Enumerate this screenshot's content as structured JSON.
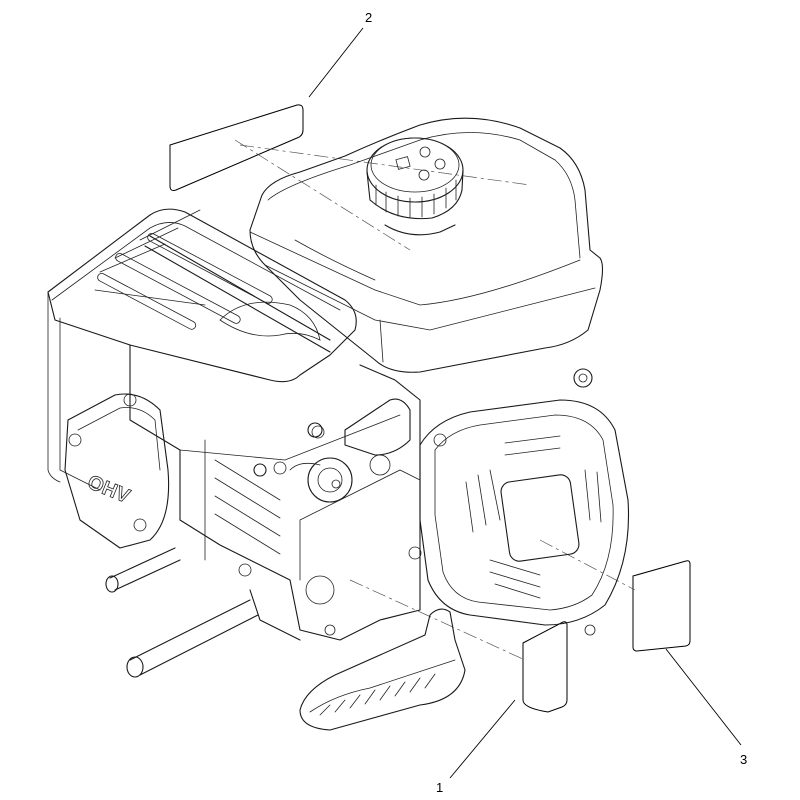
{
  "diagram": {
    "callouts": [
      {
        "id": "1",
        "label": "1"
      },
      {
        "id": "2",
        "label": "2"
      },
      {
        "id": "3",
        "label": "3"
      }
    ],
    "embossed_text": "OHV"
  }
}
